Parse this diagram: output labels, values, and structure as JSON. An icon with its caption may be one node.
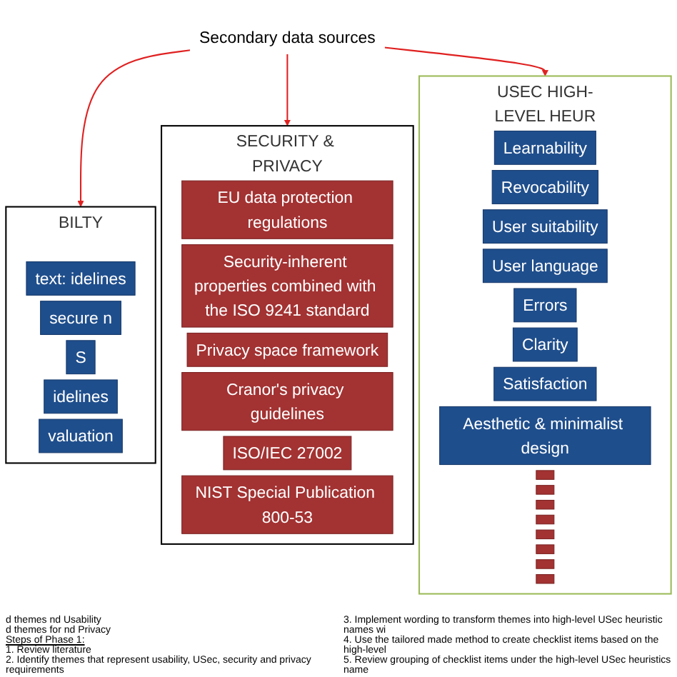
{
  "diagram": {
    "nodes": [
      {
        "text": [
          "BILTY"
        ]
      },
      {
        "text": [
          "text: idelines"
        ],
        "in": 0
      },
      {
        "text": [
          "secure n"
        ],
        "in": 0
      },
      {
        "text": [
          "S"
        ],
        "in": 0
      },
      {
        "text": [
          "idelines"
        ],
        "in": 0
      },
      {
        "text": [
          "valuation"
        ],
        "in": 0
      },
      {
        "text": [
          "Secondary data sources"
        ]
      },
      {
        "text": [
          "SECURITY & PRIVACY"
        ]
      },
      {
        "text": [
          "EU data protection regulations"
        ],
        "in": 7
      },
      {
        "text": [
          "Security-inherent properties combined with the ISO 9241 standard"
        ],
        "in": 7
      },
      {
        "text": [
          "Privacy space framework"
        ],
        "in": 7
      },
      {
        "text": [
          "Cranor's privacy guidelines"
        ],
        "in": 7
      },
      {
        "text": [
          "ISO/IEC 27002"
        ],
        "in": 7
      },
      {
        "text": [
          "NIST Special Publication 800-53"
        ],
        "in": 7
      },
      {
        "text": [
          "USEC HIGH-LEVEL HEUR"
        ]
      },
      {
        "text": [
          "Learnability"
        ],
        "in": 14
      },
      {
        "text": [
          "Revocability"
        ],
        "in": 14
      },
      {
        "text": [
          "User suitability"
        ],
        "in": 14
      },
      {
        "text": [
          "User language"
        ],
        "in": 14
      },
      {
        "text": [
          "Errors"
        ],
        "in": 14
      },
      {
        "text": [
          "Clarity"
        ],
        "in": 14
      },
      {
        "text": [
          "Satisfaction"
        ],
        "in": 14
      },
      {
        "text": [
          "Aesthetic & minimalist design"
        ],
        "in": 14
      },
      {
        "text": [],
        "shape": "box",
        "in": 14
      },
      {
        "text": [],
        "shape": "box",
        "in": 14
      },
      {
        "text": [],
        "shape": "box",
        "in": 14
      },
      {
        "text": [],
        "shape": "box",
        "in": 14
      },
      {
        "text": [],
        "shape": "box",
        "in": 14
      },
      {
        "text": [],
        "shape": "box",
        "in": 14
      },
      {
        "text": [],
        "shape": "box",
        "in": 14
      },
      {
        "text": [],
        "shape": "box",
        "in": 14
      }
    ],
    "edges": [
      {
        "from": 6,
        "to": 0,
        "arrow": "to",
        "color": "#e02020"
      },
      {
        "from": 6,
        "to": 7,
        "arrow": "to",
        "color": "#e02020"
      },
      {
        "from": 6,
        "to": 14,
        "arrow": "to",
        "color": "#e02020"
      }
    ],
    "labels": [
      "d themes nd Usability",
      "d themes for nd Privacy",
      "Steps of Phase 1:",
      "1. Review literature",
      "2. Identify themes that represent usability, USec, security and privacy requirements",
      "3. Implement wording to transform themes into high-level USec heuristic names wi",
      "4. Use the tailored made method to create checklist items based on the high-level",
      "5. Review grouping of checklist items under the high-level USec heuristics name"
    ]
  }
}
